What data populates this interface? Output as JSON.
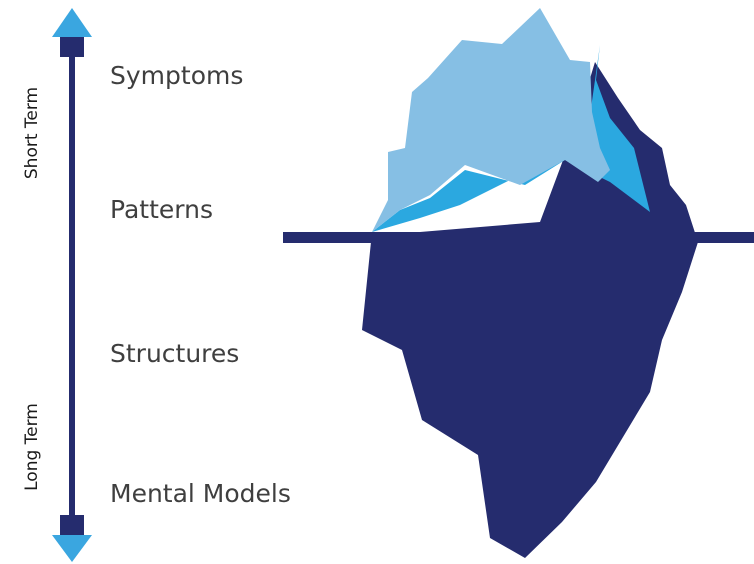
{
  "colors": {
    "navy": "#252c6e",
    "light_blue": "#86bfe4",
    "mid_blue": "#2ba8e0",
    "arrow_blue": "#3aa6e0",
    "text": "#3f3f3f"
  },
  "axis": {
    "top_label": "Short Term",
    "bottom_label": "Long Term"
  },
  "levels": [
    {
      "label": "Symptoms",
      "color": "#86bfe4"
    },
    {
      "label": "Patterns",
      "color": "#2ba8e0"
    },
    {
      "label": "Structures",
      "color": "#252c6e"
    },
    {
      "label": "Mental Models",
      "color": "#252c6e"
    }
  ],
  "icons": {
    "up_arrow": "arrow-up-icon",
    "down_arrow": "arrow-down-icon",
    "iceberg": "iceberg-icon"
  }
}
